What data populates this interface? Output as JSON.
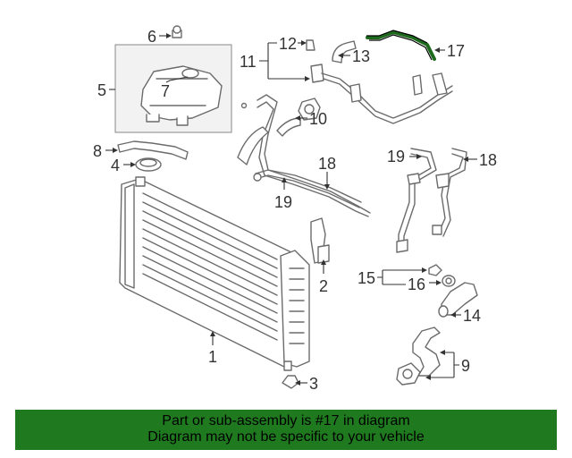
{
  "diagram": {
    "callouts": [
      "1",
      "2",
      "3",
      "4",
      "5",
      "6",
      "7",
      "8",
      "9",
      "10",
      "11",
      "12",
      "13",
      "14",
      "15",
      "16",
      "17",
      "18",
      "18",
      "19",
      "19"
    ],
    "highlight_part": "17",
    "colors": {
      "highlight": "#1d6a1d",
      "banner": "#1f7a1f",
      "part_stroke": "#6b6b6b",
      "inset_bg": "#f2f2f2"
    }
  },
  "banner": {
    "line1": "Part or sub-assembly is #17 in diagram",
    "line2": "Diagram may not be specific to your vehicle"
  }
}
